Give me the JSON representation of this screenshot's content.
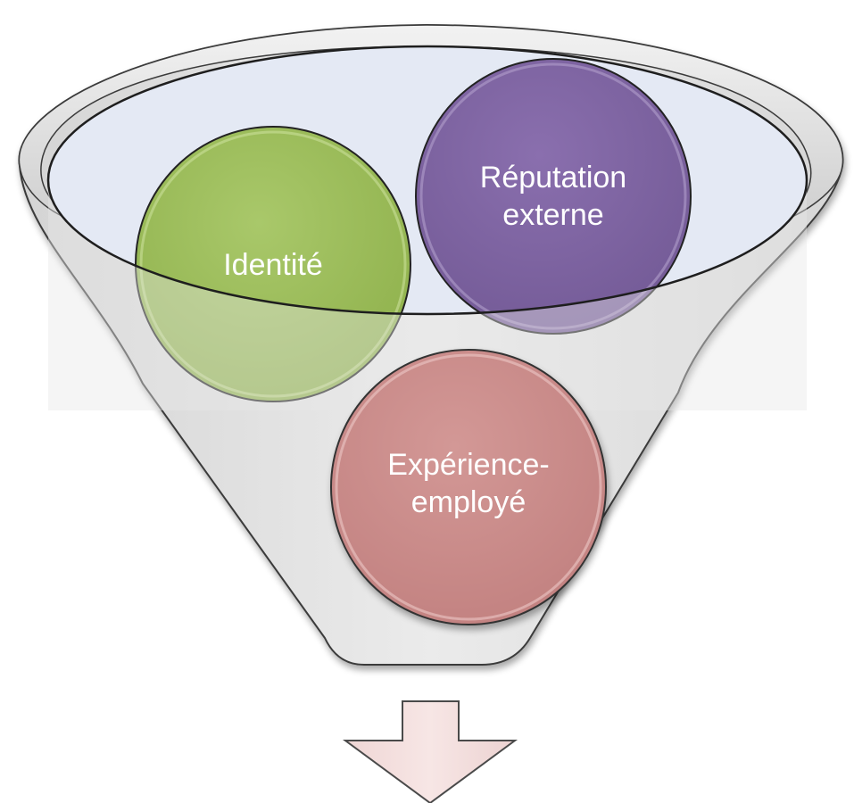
{
  "diagram": {
    "type": "funnel",
    "circles": [
      {
        "id": "identite",
        "label_lines": [
          "Identité"
        ],
        "color": "#9BBB59"
      },
      {
        "id": "reputation",
        "label_lines": [
          "Réputation",
          "externe"
        ],
        "color": "#8064A2"
      },
      {
        "id": "experience",
        "label_lines": [
          "Expérience-",
          "employé"
        ],
        "color": "#C0504D"
      }
    ],
    "funnel_color": "#E3E3E3",
    "funnel_mouth_color": "#E4E9F4",
    "arrow_color": "#F2DCDB"
  }
}
